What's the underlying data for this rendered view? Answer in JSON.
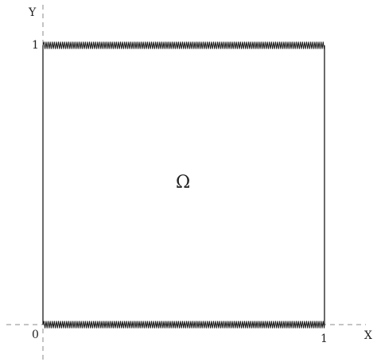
{
  "diagram": {
    "domain_symbol": "Ω",
    "axes": {
      "x_label": "X",
      "y_label": "Y",
      "origin_label": "0",
      "x_tick_label": "1",
      "y_tick_label": "1"
    },
    "square": {
      "x_range": [
        0,
        1
      ],
      "y_range": [
        0,
        1
      ]
    },
    "boundaries": {
      "top": "zigzag",
      "bottom": "zigzag",
      "left": "solid",
      "right": "solid"
    },
    "colors": {
      "line": "#1a1a1a",
      "axis": "#888888"
    }
  }
}
